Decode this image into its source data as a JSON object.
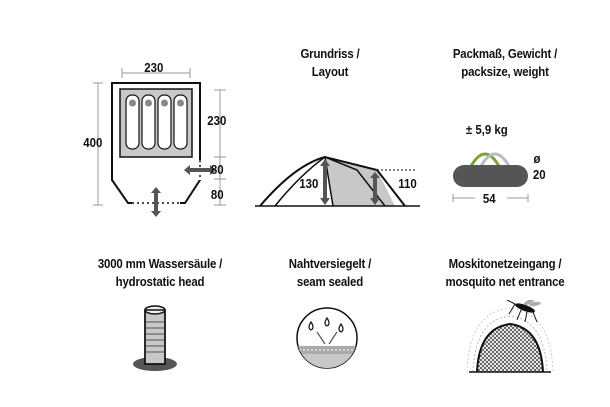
{
  "floorplan": {
    "width": "230",
    "length": "400",
    "inner_length": "230",
    "vestibule_a": "80",
    "vestibule_b": "80"
  },
  "layout": {
    "caption_line1": "Grundriss /",
    "caption_line2": "Layout",
    "height_front": "130",
    "height_rear": "110"
  },
  "pack": {
    "caption_line1": "Packmaß, Gewicht /",
    "caption_line2": "packsize, weight",
    "weight": "± 5,9 kg",
    "diameter_symbol": "ø",
    "diameter": "20",
    "length": "54"
  },
  "hydro": {
    "caption_line1": "3000 mm Wassersäule /",
    "caption_line2": "hydrostatic head"
  },
  "seam": {
    "caption_line1": "Nahtversiegelt /",
    "caption_line2": "seam sealed"
  },
  "mosquito": {
    "caption_line1": "Moskitonetzeingang /",
    "caption_line2": "mosquito net entrance"
  },
  "colors": {
    "ink": "#111111",
    "grey_fill": "#c8c8c8",
    "bag_dark": "#555555",
    "bag_accent_green": "#7aa23c",
    "bag_accent_grey": "#bbbbbb"
  }
}
